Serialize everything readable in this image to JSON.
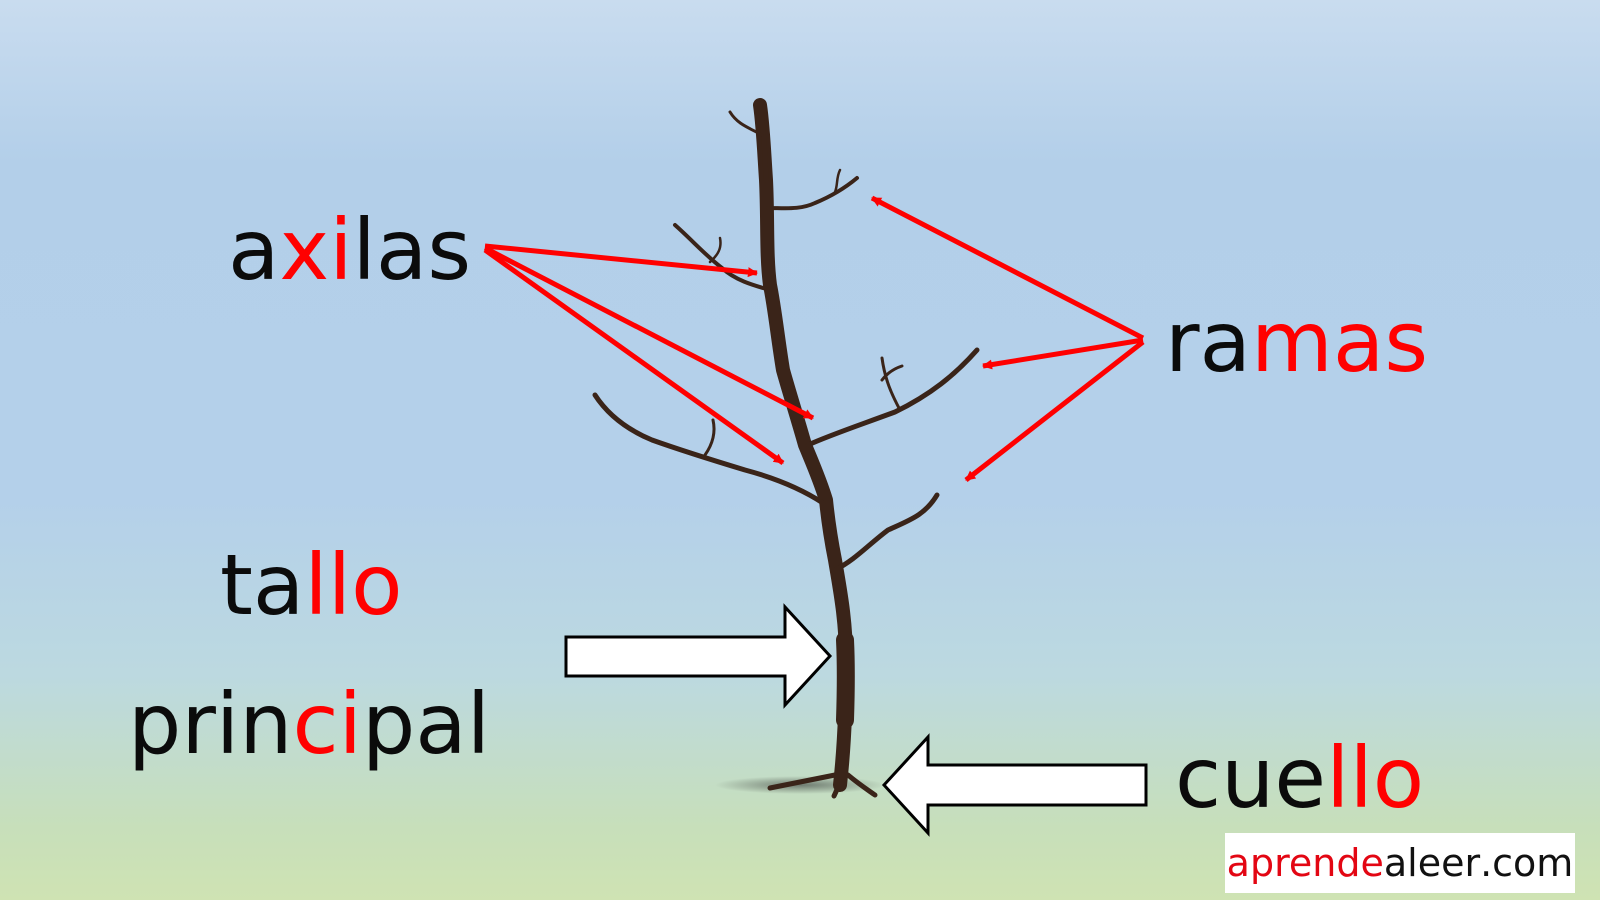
{
  "labels": {
    "axilas": [
      {
        "text": "a",
        "color": "#0b0b0b"
      },
      {
        "text": "xi",
        "color": "#ff0000"
      },
      {
        "text": "las",
        "color": "#0b0b0b"
      }
    ],
    "ramas": [
      {
        "text": "ra",
        "color": "#0b0b0b"
      },
      {
        "text": "mas",
        "color": "#ff0000"
      }
    ],
    "tallo": [
      {
        "text": "ta",
        "color": "#0b0b0b"
      },
      {
        "text": "llo",
        "color": "#ff0000"
      }
    ],
    "principal": [
      {
        "text": "prin",
        "color": "#0b0b0b"
      },
      {
        "text": "ci",
        "color": "#ff0000"
      },
      {
        "text": "pal",
        "color": "#0b0b0b"
      }
    ],
    "cuello": [
      {
        "text": "cue",
        "color": "#0b0b0b"
      },
      {
        "text": "llo",
        "color": "#ff0000"
      }
    ]
  },
  "logo": {
    "part1": "aprende",
    "part2": "aleer",
    "part3": ".com"
  },
  "colors": {
    "pointer_arrows": "#ff0000",
    "block_arrows_fill": "#ffffff",
    "block_arrows_stroke": "#000000",
    "tree_bark": "#3a2419"
  }
}
